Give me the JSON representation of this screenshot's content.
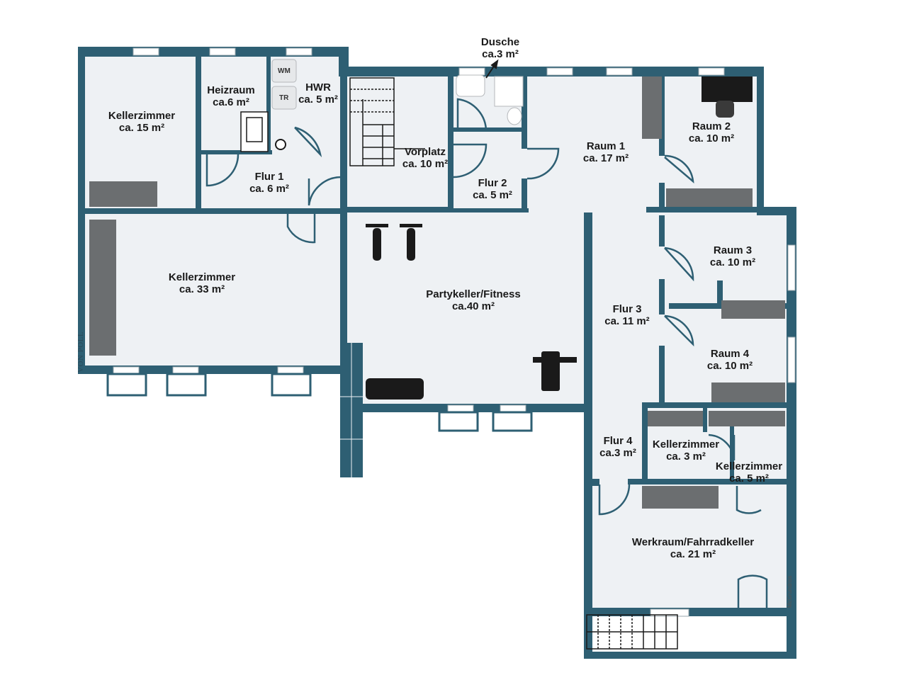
{
  "colors": {
    "wall": "#2e5f73",
    "floor": "#eef1f4",
    "furniture": "#6b6e70",
    "window": "#ffffff"
  },
  "rooms": [
    {
      "id": "kz15",
      "name": "Kellerzimmer",
      "area": "ca. 15 m²"
    },
    {
      "id": "heiz",
      "name": "Heizraum",
      "area": "ca.6 m²"
    },
    {
      "id": "hwr",
      "name": "HWR",
      "area": "ca. 5 m²"
    },
    {
      "id": "dusche",
      "name": "Dusche",
      "area": "ca.3 m²"
    },
    {
      "id": "vorplatz",
      "name": "Vorplatz",
      "area": "ca. 10 m²"
    },
    {
      "id": "flur1",
      "name": "Flur 1",
      "area": "ca. 6 m²"
    },
    {
      "id": "flur2",
      "name": "Flur 2",
      "area": "ca. 5 m²"
    },
    {
      "id": "raum1",
      "name": "Raum 1",
      "area": "ca. 17 m²"
    },
    {
      "id": "raum2",
      "name": "Raum 2",
      "area": "ca. 10 m²"
    },
    {
      "id": "kz33",
      "name": "Kellerzimmer",
      "area": "ca. 33 m²"
    },
    {
      "id": "party",
      "name": "Partykeller/Fitness",
      "area": "ca.40 m²"
    },
    {
      "id": "raum3",
      "name": "Raum 3",
      "area": "ca. 10 m²"
    },
    {
      "id": "flur3",
      "name": "Flur 3",
      "area": "ca. 11 m²"
    },
    {
      "id": "raum4",
      "name": "Raum 4",
      "area": "ca. 10 m²"
    },
    {
      "id": "flur4",
      "name": "Flur 4",
      "area": "ca.3 m²"
    },
    {
      "id": "kz3",
      "name": "Kellerzimmer",
      "area": "ca. 3 m²"
    },
    {
      "id": "kz5",
      "name": "Kellerzimmer",
      "area": "ca. 5 m²"
    },
    {
      "id": "werk",
      "name": "Werkraum/Fahrradkeller",
      "area": "ca. 21 m²"
    }
  ],
  "fixtures": {
    "washer": "WM",
    "dryer": "TR"
  },
  "branding": {
    "logo": "VON POLL",
    "credit": "McGrundriss"
  }
}
